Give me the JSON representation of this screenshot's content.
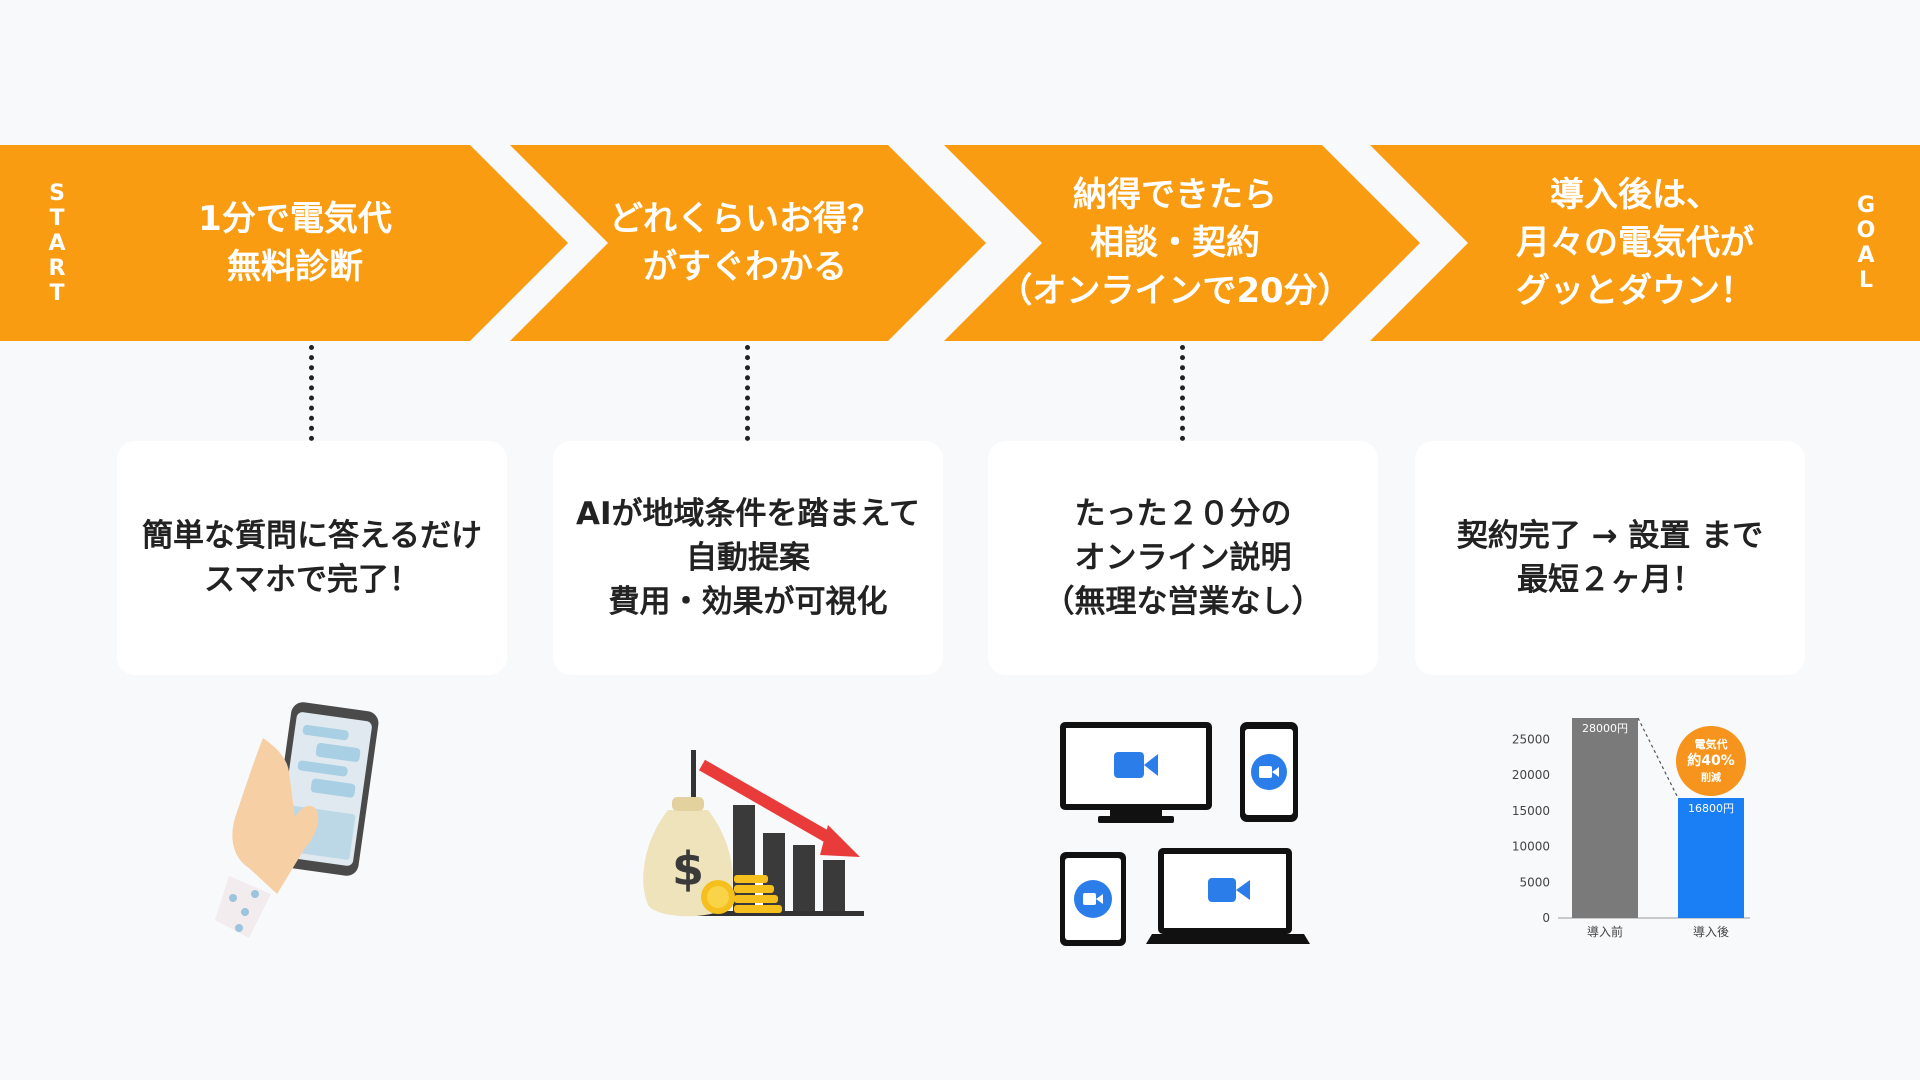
{
  "colors": {
    "arrow": "#f99c11",
    "text_on_arrow": "#ffffff",
    "card_bg": "#ffffff",
    "page_bg": "#f8f9fb"
  },
  "start_label": [
    "S",
    "T",
    "A",
    "R",
    "T"
  ],
  "goal_label": [
    "G",
    "O",
    "A",
    "L"
  ],
  "steps": [
    {
      "lines": [
        "1分で電気代",
        "無料診断"
      ]
    },
    {
      "lines": [
        "どれくらいお得？",
        "がすぐわかる"
      ]
    },
    {
      "lines": [
        "納得できたら",
        "相談・契約",
        "（オンラインで20分）"
      ]
    },
    {
      "lines": [
        "導入後は、",
        "月々の電気代が",
        "グッとダウン！"
      ]
    }
  ],
  "cards": [
    {
      "lines": [
        "簡単な質問に答えるだけ",
        "スマホで完了！"
      ]
    },
    {
      "lines": [
        "AIが地域条件を踏まえて",
        "自動提案",
        "費用・効果が可視化"
      ]
    },
    {
      "lines": [
        "たった２０分の",
        "オンライン説明",
        "（無理な営業なし）"
      ]
    },
    {
      "lines": [
        "契約完了 → 設置 まで",
        "最短２ヶ月！"
      ]
    }
  ],
  "illustrations": {
    "phone": "hand-holding-smartphone-icon",
    "savings": "money-bag-falling-chart-icon",
    "devices": "video-call-devices-icon"
  },
  "badge": {
    "line1": "電気代",
    "line2": "約40%",
    "line3": "削減",
    "color": "#f7941d"
  },
  "chart_data": {
    "type": "bar",
    "categories": [
      "導入前",
      "導入後"
    ],
    "values": [
      28000,
      16800
    ],
    "value_labels": [
      "28000円",
      "16800円"
    ],
    "bar_colors": [
      "#7a7a7a",
      "#1a7ff5"
    ],
    "yticks": [
      0,
      5000,
      10000,
      15000,
      20000,
      25000
    ],
    "ylim": [
      0,
      28000
    ],
    "grid": false
  }
}
